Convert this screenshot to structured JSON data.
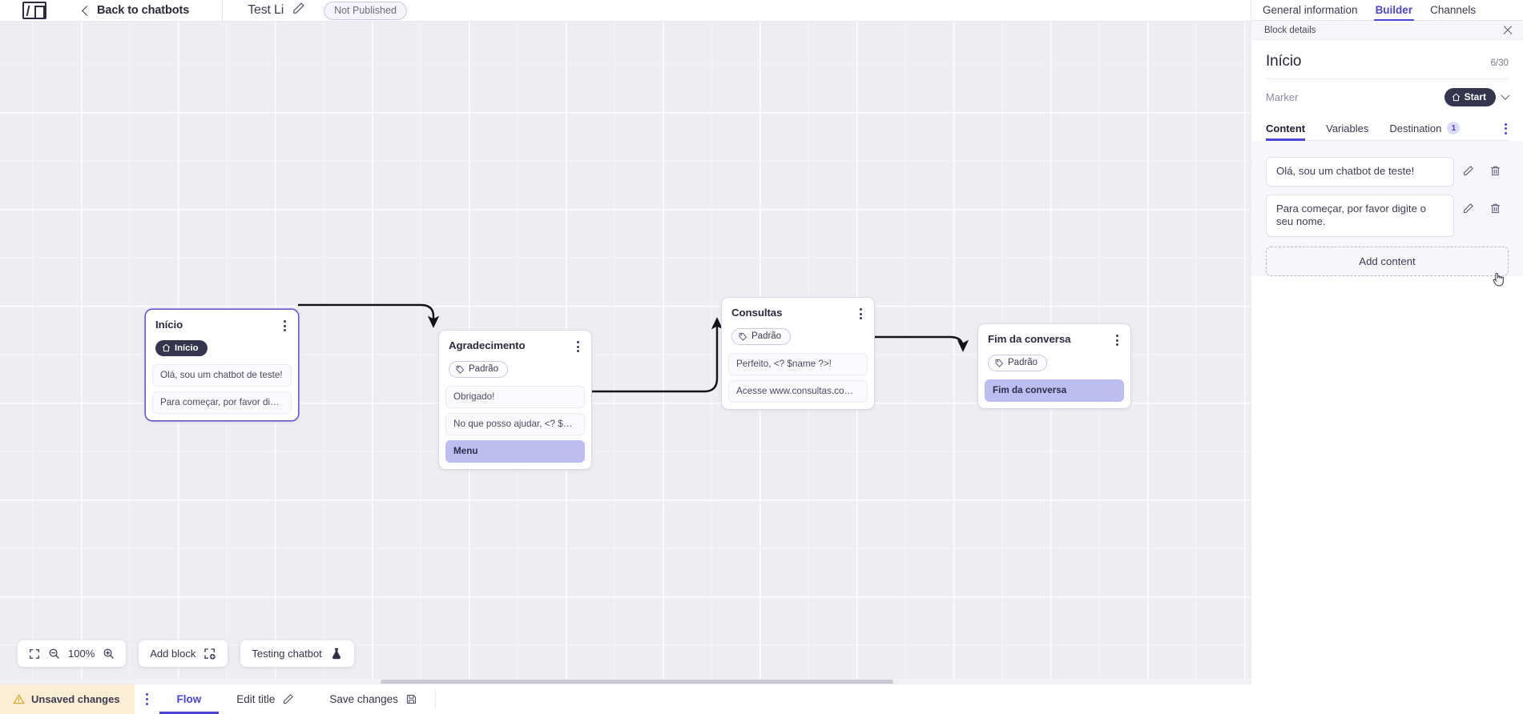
{
  "header": {
    "logo_icon": "app-logo-icon",
    "back_label": "Back to chatbots",
    "back_chevron_icon": "chevron-left-icon",
    "bot_name": "Test Li",
    "edit_title_icon": "pencil-icon",
    "publish_status": "Not Published"
  },
  "right_panel": {
    "tabs": [
      {
        "label": "General information",
        "active": false
      },
      {
        "label": "Builder",
        "active": true
      },
      {
        "label": "Channels",
        "active": false
      }
    ],
    "block_details_label": "Block details",
    "close_icon": "close-icon",
    "block_title": "Início",
    "char_count": "6/30",
    "marker_label": "Marker",
    "marker_value": "Start",
    "marker_icon": "home-icon",
    "marker_chevron_icon": "chevron-down-icon",
    "content_tabs": [
      {
        "label": "Content",
        "active": true,
        "badge": ""
      },
      {
        "label": "Variables",
        "active": false,
        "badge": ""
      },
      {
        "label": "Destination",
        "active": false,
        "badge": "1"
      }
    ],
    "overflow_icon": "kebab-menu-icon",
    "contents": [
      {
        "text": "Olá, sou um chatbot de teste!",
        "edit_icon": "pencil-icon",
        "delete_icon": "trash-icon"
      },
      {
        "text": "Para começar, por favor digite o seu nome.",
        "edit_icon": "pencil-icon",
        "delete_icon": "trash-icon"
      }
    ],
    "add_content_label": "Add content"
  },
  "canvas": {
    "cursor_icon": "pointing-hand-cursor",
    "nodes": [
      {
        "id": "inicio",
        "title": "Início",
        "tag": "Início",
        "tag_type": "start",
        "tag_icon": "home-icon",
        "menu_icon": "kebab-menu-icon",
        "selected": true,
        "items": [
          {
            "text": "Olá, sou um chatbot de teste!",
            "style": "plain"
          },
          {
            "text": "Para começar, por favor digite o ...",
            "style": "plain"
          }
        ]
      },
      {
        "id": "agradecimento",
        "title": "Agradecimento",
        "tag": "Padrão",
        "tag_type": "default",
        "tag_icon": "tag-icon",
        "menu_icon": "kebab-menu-icon",
        "selected": false,
        "items": [
          {
            "text": "Obrigado!",
            "style": "plain"
          },
          {
            "text": "No que posso ajudar, <? $name ...",
            "style": "plain"
          },
          {
            "text": "Menu",
            "style": "menu"
          }
        ]
      },
      {
        "id": "consultas",
        "title": "Consultas",
        "tag": "Padrão",
        "tag_type": "default",
        "tag_icon": "tag-icon",
        "menu_icon": "kebab-menu-icon",
        "selected": false,
        "items": [
          {
            "text": "Perfeito, <? $name ?>!",
            "style": "plain"
          },
          {
            "text": "Acesse www.consultas.com par...",
            "style": "plain"
          }
        ]
      },
      {
        "id": "fim",
        "title": "Fim da conversa",
        "tag": "Padrão",
        "tag_type": "default",
        "tag_icon": "tag-icon",
        "menu_icon": "kebab-menu-icon",
        "selected": false,
        "items": [
          {
            "text": "Fim da conversa",
            "style": "menu"
          }
        ]
      }
    ],
    "toolbar": {
      "fit_icon": "fit-to-screen-icon",
      "zoom_out_icon": "zoom-out-icon",
      "zoom_level": "100%",
      "zoom_in_icon": "zoom-in-icon",
      "add_block_label": "Add block",
      "add_block_icon": "add-block-icon",
      "testing_label": "Testing chatbot",
      "testing_icon": "flask-icon"
    }
  },
  "bottom_bar": {
    "unsaved_label": "Unsaved changes",
    "warning_icon": "warning-triangle-icon",
    "kebab_icon": "kebab-menu-icon",
    "flow_label": "Flow",
    "edit_title_label": "Edit title",
    "edit_title_icon": "pencil-icon",
    "save_label": "Save changes",
    "save_icon": "save-disk-icon"
  },
  "colors": {
    "accent": "#4a45d6",
    "dark_chip": "#35354d",
    "menu_highlight": "#bdbdf0",
    "warning_bg": "#fbeed5",
    "canvas_bg": "#eeeef2"
  }
}
